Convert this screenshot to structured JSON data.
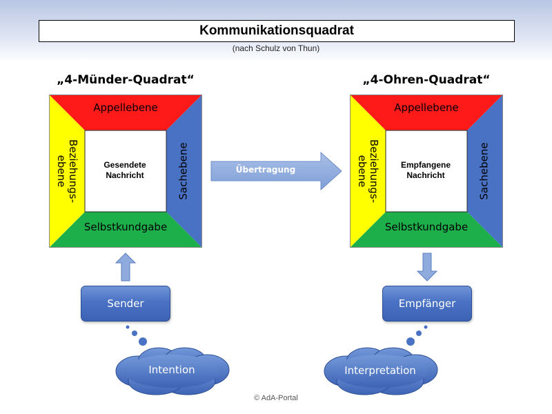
{
  "title": "Kommunikationsquadrat",
  "subtitle": "(nach Schulz von Thun)",
  "left_quadrat": {
    "heading": "„4-Münder-Quadrat“",
    "top": "Appellebene",
    "bottom": "Selbstkundgabe",
    "left_line1": "Beziehungs-",
    "left_line2": "ebene",
    "right": "Sachebene",
    "center_line1": "Gesendete",
    "center_line2": "Nachricht"
  },
  "right_quadrat": {
    "heading": "„4-Ohren-Quadrat“",
    "top": "Appellebene",
    "bottom": "Selbstkundgabe",
    "left_line1": "Beziehungs-",
    "left_line2": "ebene",
    "right": "Sachebene",
    "center_line1": "Empfangene",
    "center_line2": "Nachricht"
  },
  "transfer_arrow": "Übertragung",
  "sender": "Sender",
  "receiver": "Empfänger",
  "intention": "Intention",
  "interpretation": "Interpretation",
  "copyright": "© AdA-Portal",
  "colors": {
    "red": "#ff1a1a",
    "yellow": "#ffff00",
    "green": "#1db04a",
    "blue": "#4a72c4",
    "light_blue": "#8faadc"
  }
}
